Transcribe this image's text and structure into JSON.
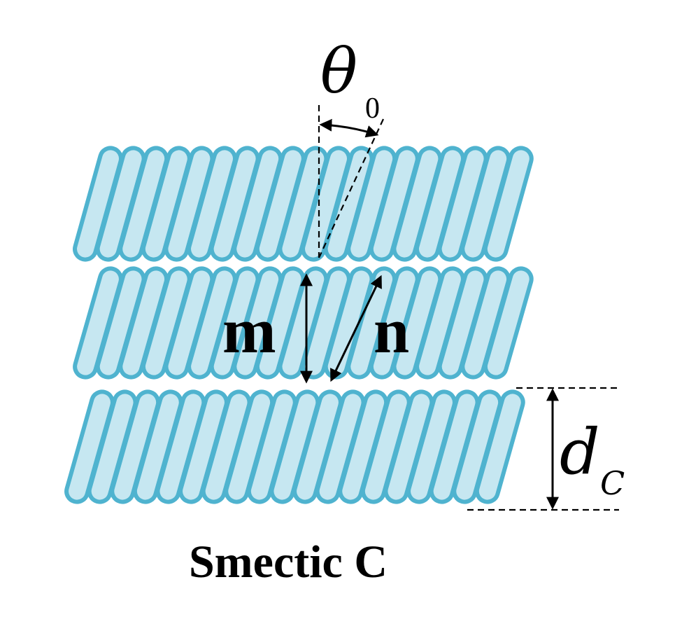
{
  "labels": {
    "theta": "θ",
    "theta_sub": "0",
    "m": "m",
    "n": "n",
    "d": "d",
    "d_sub": "C",
    "caption": "Smectic C"
  },
  "colors": {
    "rod_fill": "#c6e7f1",
    "rod_stroke": "#4fb3cf",
    "line": "#000000"
  },
  "layers": [
    {
      "name": "top",
      "rods": 19
    },
    {
      "name": "middle",
      "rods": 19
    },
    {
      "name": "bottom",
      "rods": 19
    }
  ]
}
